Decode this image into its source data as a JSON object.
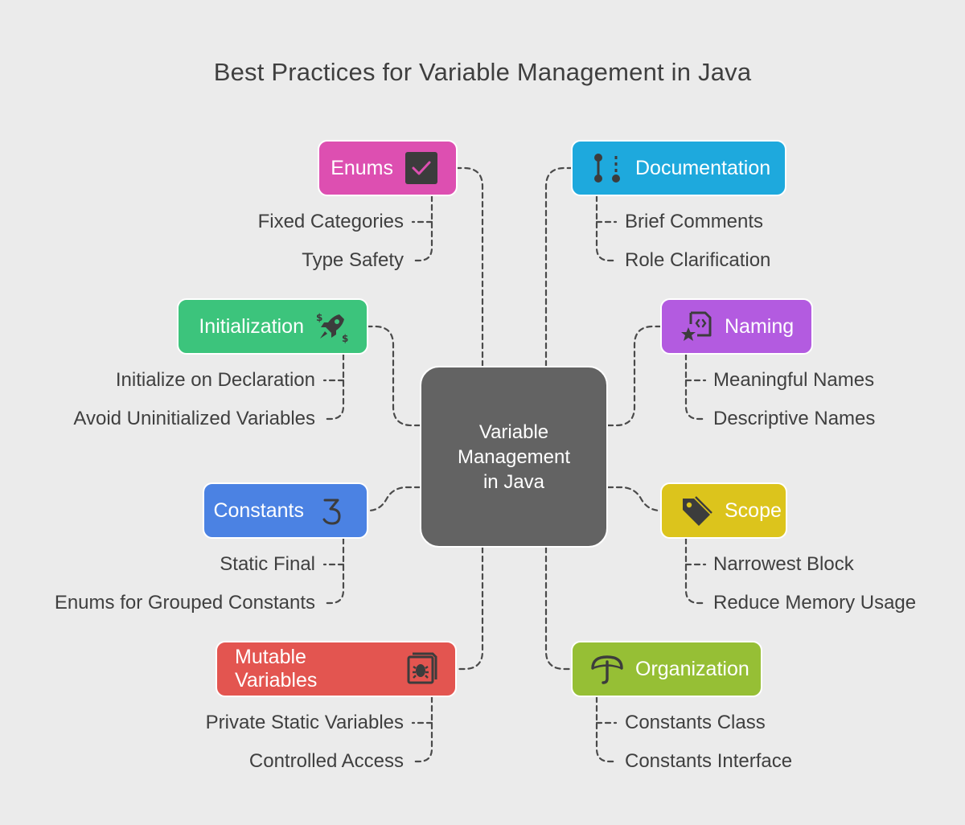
{
  "title": "Best Practices for Variable Management in Java",
  "center": {
    "line1": "Variable",
    "line2": "Management",
    "line3": "in Java"
  },
  "colors": {
    "background": "#ebebeb",
    "center": "#636363",
    "enums": "#dd4fb1",
    "initialization": "#3cc47c",
    "constants": "#4b82e3",
    "mutable": "#e35550",
    "documentation": "#1ea9dd",
    "naming": "#b35be0",
    "scope": "#dcc41c",
    "organization": "#96bf35",
    "connector": "#4a4a4a"
  },
  "nodes": {
    "enums": {
      "label": "Enums",
      "icon": "checkbox-icon",
      "items": [
        "Fixed Categories",
        "Type Safety"
      ]
    },
    "initialization": {
      "label": "Initialization",
      "icon": "rocket-icon",
      "items": [
        "Initialize on Declaration",
        "Avoid Uninitialized Variables"
      ]
    },
    "constants": {
      "label": "Constants",
      "icon": "number-three-icon",
      "items": [
        "Static Final",
        "Enums for Grouped Constants"
      ]
    },
    "mutable": {
      "label": "Mutable Variables",
      "icon": "bug-icon",
      "items": [
        "Private Static Variables",
        "Controlled Access"
      ]
    },
    "documentation": {
      "label": "Documentation",
      "icon": "git-branch-icon",
      "items": [
        "Brief Comments",
        "Role Clarification"
      ]
    },
    "naming": {
      "label": "Naming",
      "icon": "code-file-icon",
      "items": [
        "Meaningful Names",
        "Descriptive Names"
      ]
    },
    "scope": {
      "label": "Scope",
      "icon": "tag-icon",
      "items": [
        "Narrowest Block",
        "Reduce Memory Usage"
      ]
    },
    "organization": {
      "label": "Organization",
      "icon": "umbrella-icon",
      "items": [
        "Constants Class",
        "Constants Interface"
      ]
    }
  }
}
